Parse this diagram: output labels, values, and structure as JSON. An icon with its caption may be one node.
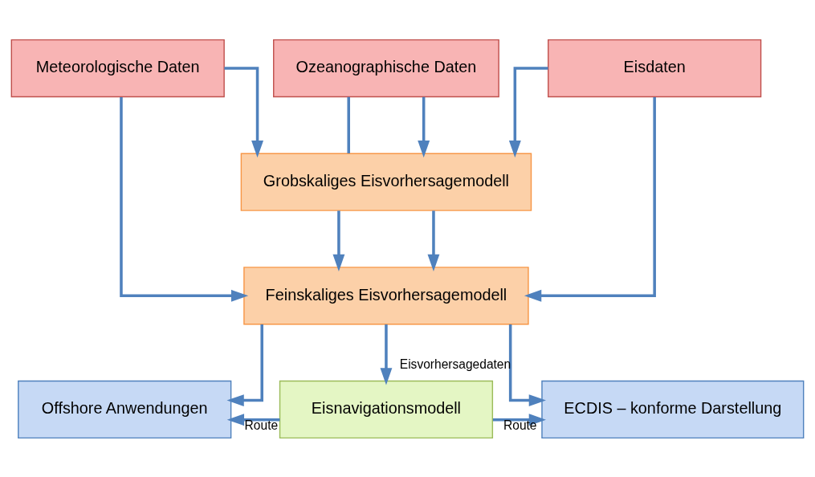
{
  "diagram": {
    "nodes": [
      {
        "text": [
          "Meteorologische Daten"
        ]
      },
      {
        "text": [
          "Ozeanographische Daten"
        ]
      },
      {
        "text": [
          "Eisdaten"
        ]
      },
      {
        "text": [
          "Grobskaliges Eisvorhersagemodell"
        ]
      },
      {
        "text": [
          "Feinskaliges Eisvorhersagemodell"
        ]
      },
      {
        "text": [
          "Offshore Anwendungen"
        ]
      },
      {
        "text": [
          "Eisnavigationsmodell"
        ]
      },
      {
        "text": [
          "ECDIS – konforme Darstellung"
        ]
      }
    ],
    "edges": [
      {
        "from": 1,
        "to": 3,
        "arrow": "none"
      },
      {
        "from": 1,
        "to": 3,
        "arrow": "to"
      },
      {
        "from": 0,
        "to": 3,
        "arrow": "to"
      },
      {
        "from": 2,
        "to": 3,
        "arrow": "to"
      },
      {
        "from": 3,
        "to": 4,
        "arrow": "to"
      },
      {
        "from": 3,
        "to": 4,
        "arrow": "to"
      },
      {
        "from": 0,
        "to": 4,
        "arrow": "to"
      },
      {
        "from": 2,
        "to": 4,
        "arrow": "to"
      },
      {
        "from": 4,
        "to": 5,
        "arrow": "to"
      },
      {
        "from": 4,
        "to": 6,
        "arrow": "to"
      },
      {
        "from": 4,
        "to": 7,
        "arrow": "to",
        "label": "Eisvorhersagedaten"
      },
      {
        "from": 6,
        "to": 5,
        "arrow": "to",
        "label": "Route"
      },
      {
        "from": 6,
        "to": 7,
        "arrow": "to",
        "label": "Route"
      }
    ]
  }
}
